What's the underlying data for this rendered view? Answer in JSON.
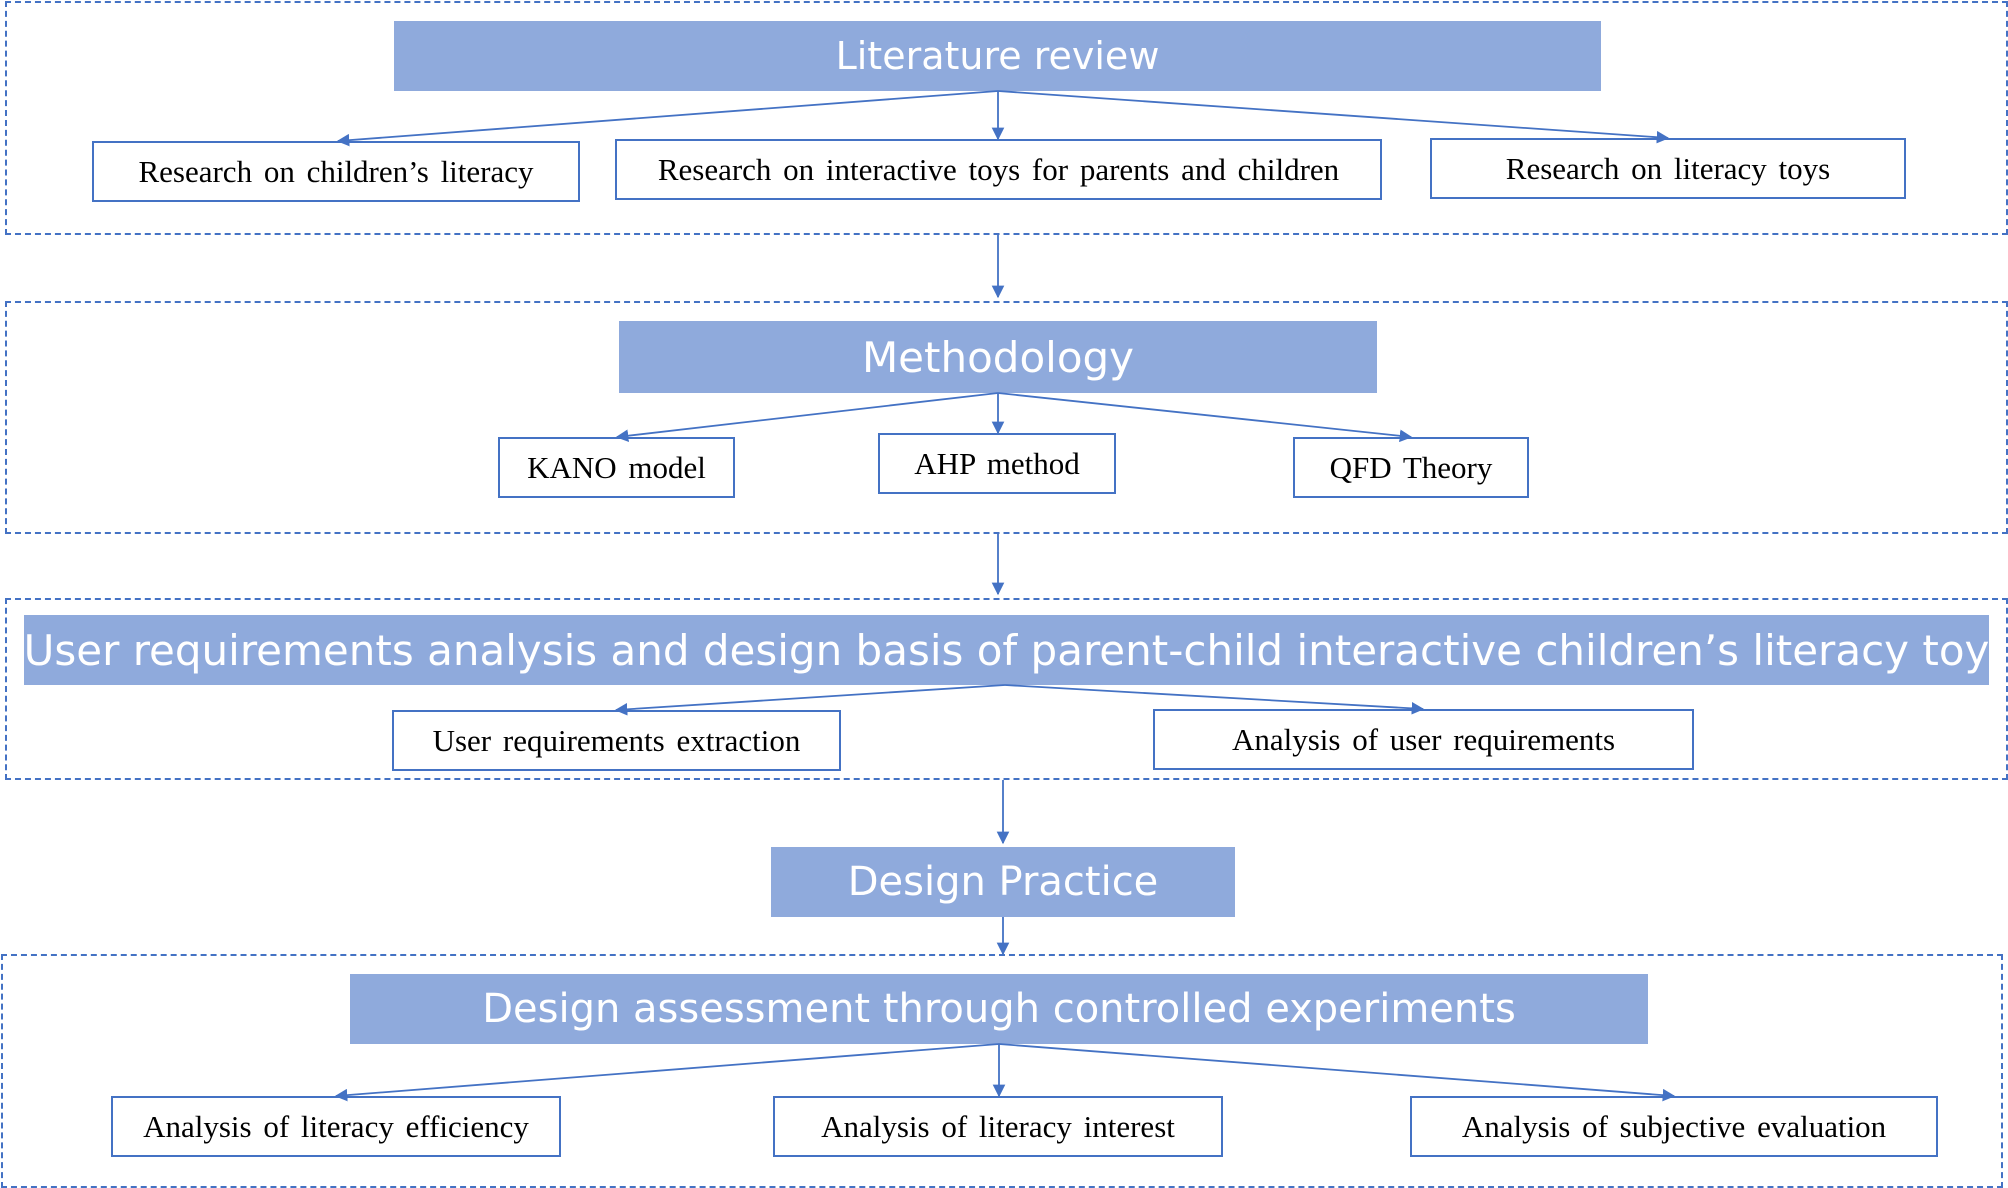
{
  "line_color": "#4472c4",
  "header_color": "#8faadc",
  "stage1": {
    "title": "Literature review",
    "items": [
      "Research on children’s literacy",
      "Research on interactive toys for parents and children",
      "Research on literacy toys"
    ]
  },
  "stage2": {
    "title": "Methodology",
    "items": [
      "KANO model",
      "AHP method",
      "QFD Theory"
    ]
  },
  "stage3": {
    "title": "User requirements analysis and design basis of parent-child interactive children’s literacy toy",
    "items": [
      "User requirements extraction",
      "Analysis of user requirements"
    ]
  },
  "stage4": {
    "title": "Design Practice"
  },
  "stage5": {
    "title": "Design assessment through controlled experiments",
    "items": [
      "Analysis of literacy efficiency",
      "Analysis of literacy interest",
      "Analysis of subjective evaluation"
    ]
  }
}
